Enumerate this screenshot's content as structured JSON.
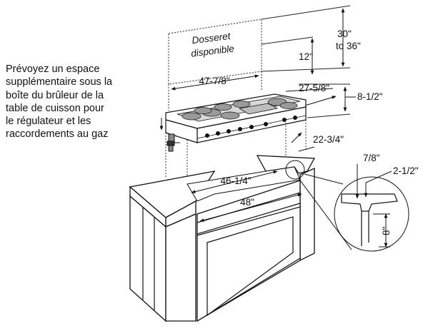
{
  "note": {
    "lines": [
      "Prévoyez un espace",
      "supplémentaire sous la",
      "boîte du brûleur de la",
      "table de cuisson pour",
      "le régulateur et les",
      "raccordements au gaz"
    ]
  },
  "labels": {
    "backsplash_line1": "Dosseret",
    "backsplash_line2": "disponible",
    "height_range_top": "30\"",
    "height_range_bottom": "to 36\"",
    "gap_above_cooktop": "12\"",
    "backsplash_width": "47-7/8\"",
    "cooktop_depth": "27-5/8\"",
    "cooktop_height": "8-1/2\"",
    "cutout_depth": "22-3/4\"",
    "cutout_width": "46-1/4\"",
    "cabinet_width": "48\"",
    "lip_width": "7/8\"",
    "countertop_overhang": "2-1/2\"",
    "clearance_below": "8\""
  }
}
